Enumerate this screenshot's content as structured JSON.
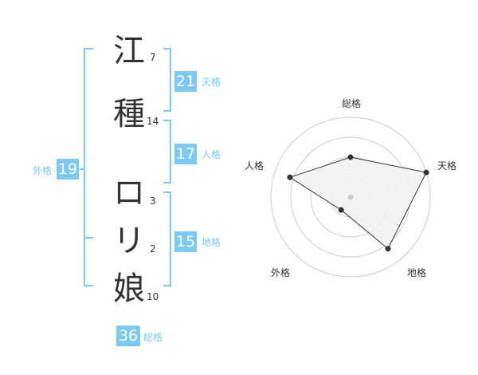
{
  "name": {
    "chars": [
      {
        "char": "江",
        "strokes": "7"
      },
      {
        "char": "種",
        "strokes": "14"
      },
      {
        "char": "ロ",
        "strokes": "3"
      },
      {
        "char": "リ",
        "strokes": "2"
      },
      {
        "char": "娘",
        "strokes": "10"
      }
    ]
  },
  "fortunes": {
    "ten": {
      "label": "天格",
      "value": "21"
    },
    "jin": {
      "label": "人格",
      "value": "17"
    },
    "chi": {
      "label": "地格",
      "value": "15"
    },
    "gai": {
      "label": "外格",
      "value": "19"
    },
    "so": {
      "label": "総格",
      "value": "36"
    }
  },
  "chart_data": {
    "type": "radar",
    "axes": [
      "総格",
      "天格",
      "地格",
      "外格",
      "人格"
    ],
    "values": [
      0.5,
      1.0,
      0.8,
      0.2,
      0.8
    ],
    "range": [
      0,
      1
    ],
    "rings": 4,
    "colors": {
      "fill": "#f2f2f2",
      "stroke": "#333333",
      "ring": "#cccccc",
      "point": "#333333",
      "center": "#cccccc"
    }
  },
  "colors": {
    "accent": "#7cc9f4"
  }
}
